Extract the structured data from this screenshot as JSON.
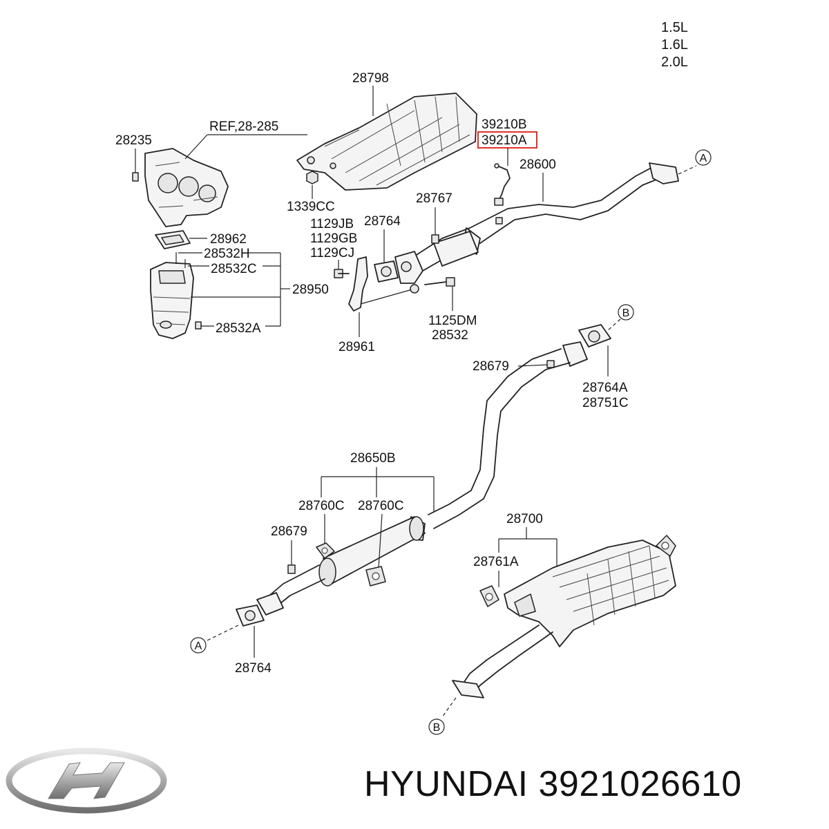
{
  "engine_options": [
    "1.5L",
    "1.6L",
    "2.0L"
  ],
  "reference": "REF,28-285",
  "highlighted_part": "39210A",
  "labels": {
    "l28798": "28798",
    "l39210B": "39210B",
    "l39210A": "39210A",
    "l28600": "28600",
    "l28235": "28235",
    "l1339CC": "1339CC",
    "l28767": "28767",
    "l1129JB": "1129JB",
    "l1129GB": "1129GB",
    "l1129CJ": "1129CJ",
    "l28764top": "28764",
    "l28962": "28962",
    "l28532H": "28532H",
    "l28532C": "28532C",
    "l28950": "28950",
    "l28532A": "28532A",
    "l1125DM": "1125DM",
    "l28532": "28532",
    "l28961": "28961",
    "l28679top": "28679",
    "l28764A": "28764A",
    "l28751C": "28751C",
    "l28650B": "28650B",
    "l28760C1": "28760C",
    "l28760C2": "28760C",
    "l28679bot": "28679",
    "l28700": "28700",
    "l28761A": "28761A",
    "l28764bot": "28764"
  },
  "connectors": {
    "A_top": "A",
    "B_top": "B",
    "A_bottom": "A",
    "B_bottom": "B"
  },
  "footer": {
    "brand": "HYUNDAI",
    "part_number": "3921026610",
    "title": "HYUNDAI 3921026610"
  },
  "colors": {
    "highlight_box": "#e0302a",
    "line": "#222222",
    "text": "#111111"
  },
  "icons": {
    "logo": "hyundai-logo"
  }
}
